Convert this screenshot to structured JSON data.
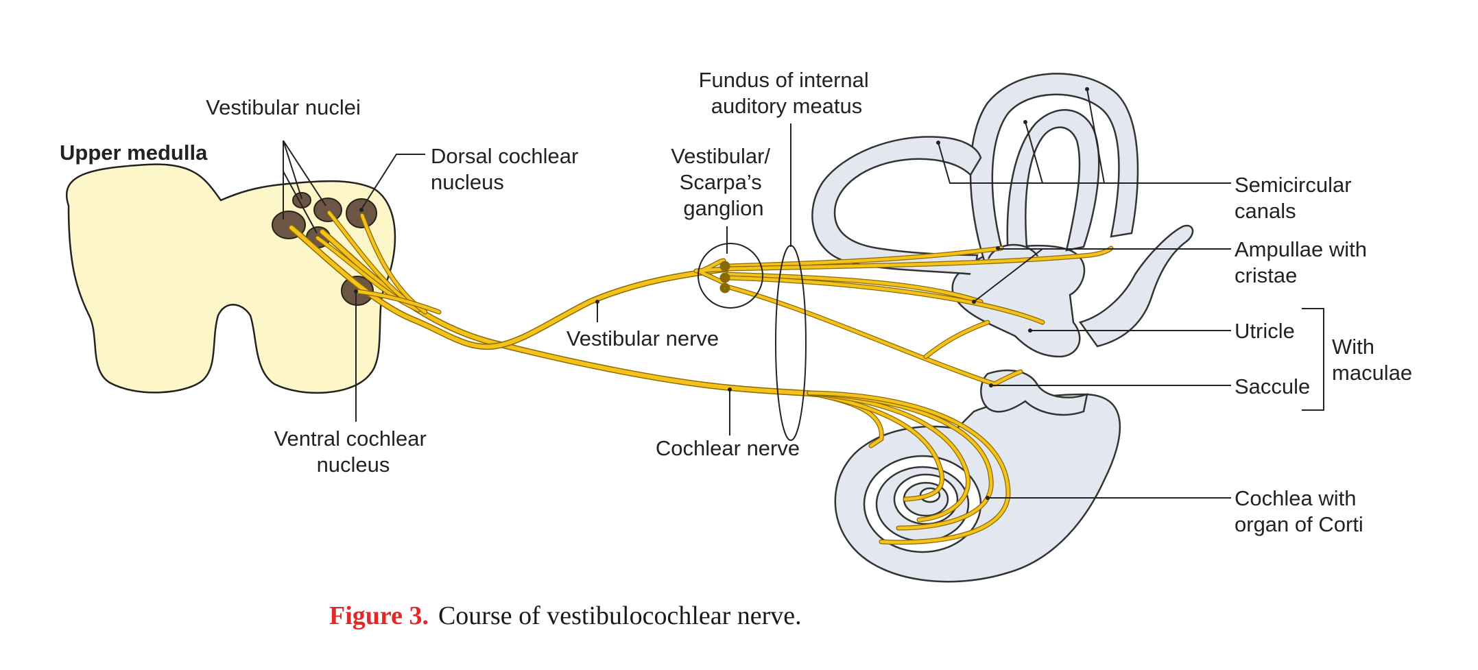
{
  "labels": {
    "upper_medulla": "Upper medulla",
    "vestibular_nuclei": "Vestibular nuclei",
    "dorsal_cochlear": [
      "Dorsal cochlear",
      "nucleus"
    ],
    "ventral_cochlear": [
      "Ventral cochlear",
      "nucleus"
    ],
    "fundus": [
      "Fundus of internal",
      "auditory meatus"
    ],
    "ganglion": [
      "Vestibular/",
      "Scarpa’s",
      "ganglion"
    ],
    "vestibular_nerve": "Vestibular nerve",
    "cochlear_nerve": "Cochlear nerve",
    "semicircular_canals": [
      "Semicircular",
      "canals"
    ],
    "ampullae": [
      "Ampullae with",
      "cristae"
    ],
    "utricle": "Utricle",
    "saccule": "Saccule",
    "with_maculae": [
      "With",
      "maculae"
    ],
    "cochlea": [
      "Cochlea with",
      "organ of Corti"
    ]
  },
  "caption": {
    "number": "Figure 3.",
    "text": "Course of vestibulocochlear nerve."
  },
  "colors": {
    "nerve": "#f5c21b",
    "medulla": "#fdf6c9",
    "labyrinth": "#e3e7ef",
    "nucleus": "#6b5646",
    "caption_number": "#e02a2a"
  }
}
